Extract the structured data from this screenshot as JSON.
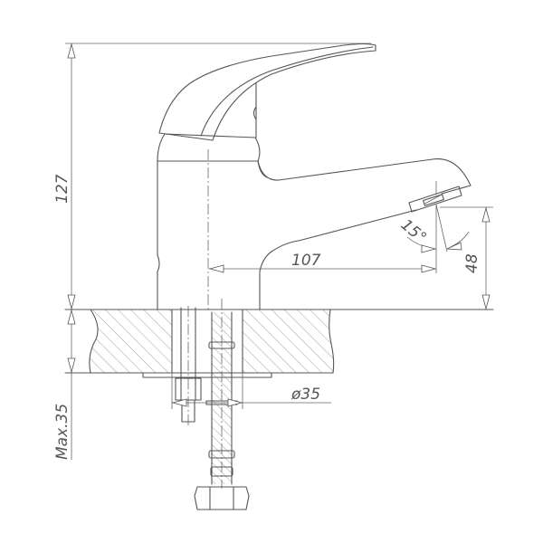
{
  "drawing": {
    "subject": "Single-lever basin mixer faucet, side elevation with countertop section",
    "line_color": "#555555",
    "background": "#ffffff"
  },
  "dimensions": {
    "overall_height": "127",
    "spout_reach": "107",
    "aerator_angle": "15°",
    "spout_outlet_height": "48",
    "max_countertop_thickness": "Max.35",
    "mounting_hole_diameter": "ø35"
  }
}
